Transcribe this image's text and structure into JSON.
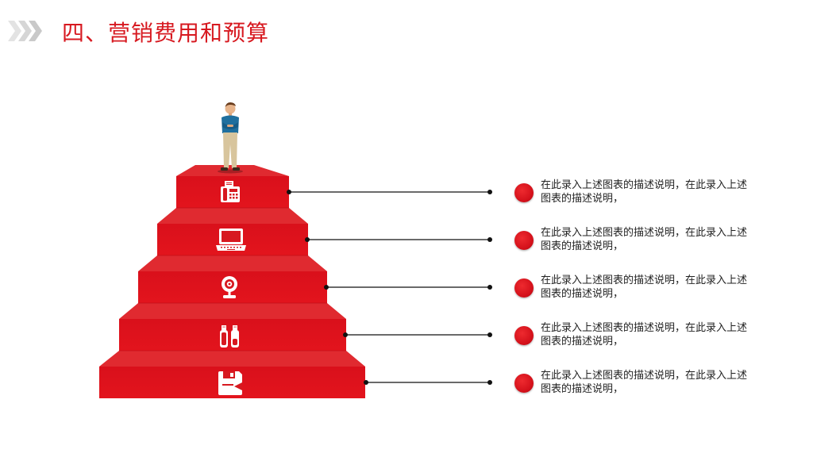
{
  "header": {
    "title": "四、营销费用和预算",
    "icon": "triple-chevron-icon"
  },
  "pyramid": {
    "color": "#d71920",
    "steps": [
      {
        "icon": "fax-machine-icon"
      },
      {
        "icon": "laptop-icon"
      },
      {
        "icon": "webcam-icon"
      },
      {
        "icon": "usb-drives-icon"
      },
      {
        "icon": "floppy-disk-icon"
      }
    ],
    "figure": "businessman-figure"
  },
  "items": [
    {
      "text": "在此录入上述图表的描述说明，在此录入上述图表的描述说明，"
    },
    {
      "text": "在此录入上述图表的描述说明，在此录入上述图表的描述说明，"
    },
    {
      "text": "在此录入上述图表的描述说明，在此录入上述图表的描述说明，"
    },
    {
      "text": "在此录入上述图表的描述说明，在此录入上述图表的描述说明，"
    },
    {
      "text": "在此录入上述图表的描述说明，在此录入上述图表的描述说明，"
    }
  ]
}
